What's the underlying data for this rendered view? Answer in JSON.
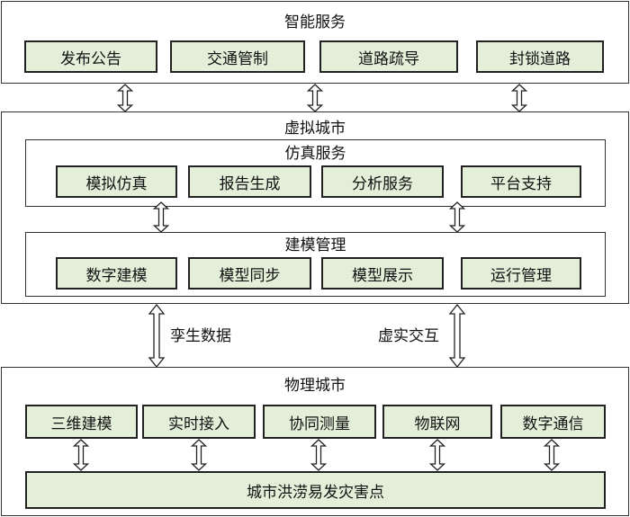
{
  "smart_services": {
    "title": "智能服务",
    "items": [
      "发布公告",
      "交通管制",
      "道路疏导",
      "封锁道路"
    ]
  },
  "virtual_city": {
    "title": "虚拟城市",
    "simulation": {
      "title": "仿真服务",
      "items": [
        "模拟仿真",
        "报告生成",
        "分析服务",
        "平台支持"
      ]
    },
    "modeling": {
      "title": "建模管理",
      "items": [
        "数字建模",
        "模型同步",
        "模型展示",
        "运行管理"
      ]
    }
  },
  "connections": {
    "left_label": "孪生数据",
    "right_label": "虚实交互"
  },
  "physical_city": {
    "title": "物理城市",
    "items": [
      "三维建模",
      "实时接入",
      "协同测量",
      "物联网",
      "数字通信"
    ],
    "bottom": "城市洪涝易发灾害点"
  }
}
